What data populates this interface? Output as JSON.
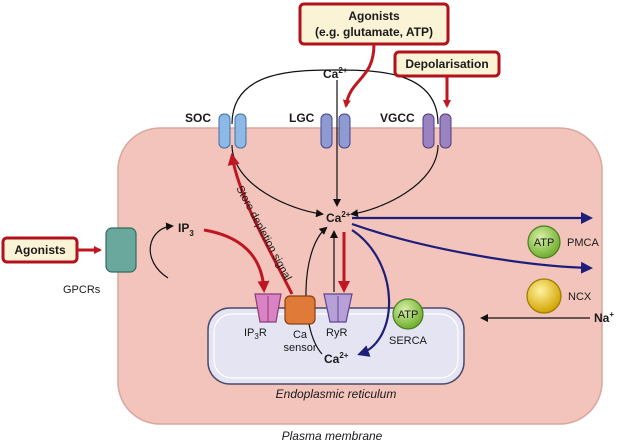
{
  "inputs": {
    "agonists_top_line1": "Agonists",
    "agonists_top_line2": "(e.g. glutamate, ATP)",
    "depolarisation": "Depolarisation",
    "agonists_left": "Agonists"
  },
  "channels": {
    "soc": "SOC",
    "lgc": "LGC",
    "vgcc": "VGCC"
  },
  "ions": {
    "ca": "Ca",
    "ca_charge": "2+",
    "na": "Na",
    "na_charge": "+"
  },
  "signals": {
    "ip3_base": "IP",
    "ip3_sub": "3",
    "store_depletion": "Store depletion signal"
  },
  "receptors": {
    "gpcrs": "GPCRs",
    "ip3r_base": "IP",
    "ip3r_sub": "3",
    "ip3r_tail": "R",
    "ca_sensor_line1": "Ca",
    "ca_sensor_line2": "sensor",
    "ryr": "RyR"
  },
  "pumps": {
    "atp": "ATP",
    "pmca": "PMCA",
    "ncx": "NCX",
    "serca": "SERCA"
  },
  "compartments": {
    "er": "Endoplasmic reticulum",
    "plasma_membrane": "Plasma membrane"
  },
  "colors": {
    "cell_fill": "#f2c4bb",
    "cell_stroke": "#dba79c",
    "er_fill": "#e4e4f2",
    "er_stroke": "#4a4a6a",
    "box_stroke": "#b0121c",
    "box_fill": "#fbf3d6",
    "red_arrow": "#c01622",
    "navy_arrow": "#1e1e7a",
    "soc_channel": "#8cb9e6",
    "lgc_channel": "#8f9ad2",
    "vgcc_channel": "#9b82c0",
    "gpcr": "#6aa79d",
    "ip3r": "#d983c4",
    "ryr": "#b7a0d8",
    "ca_sensor": "#e07a38",
    "atp_green": "#9ad05a",
    "ncx_yellow": "#e8c21e"
  }
}
